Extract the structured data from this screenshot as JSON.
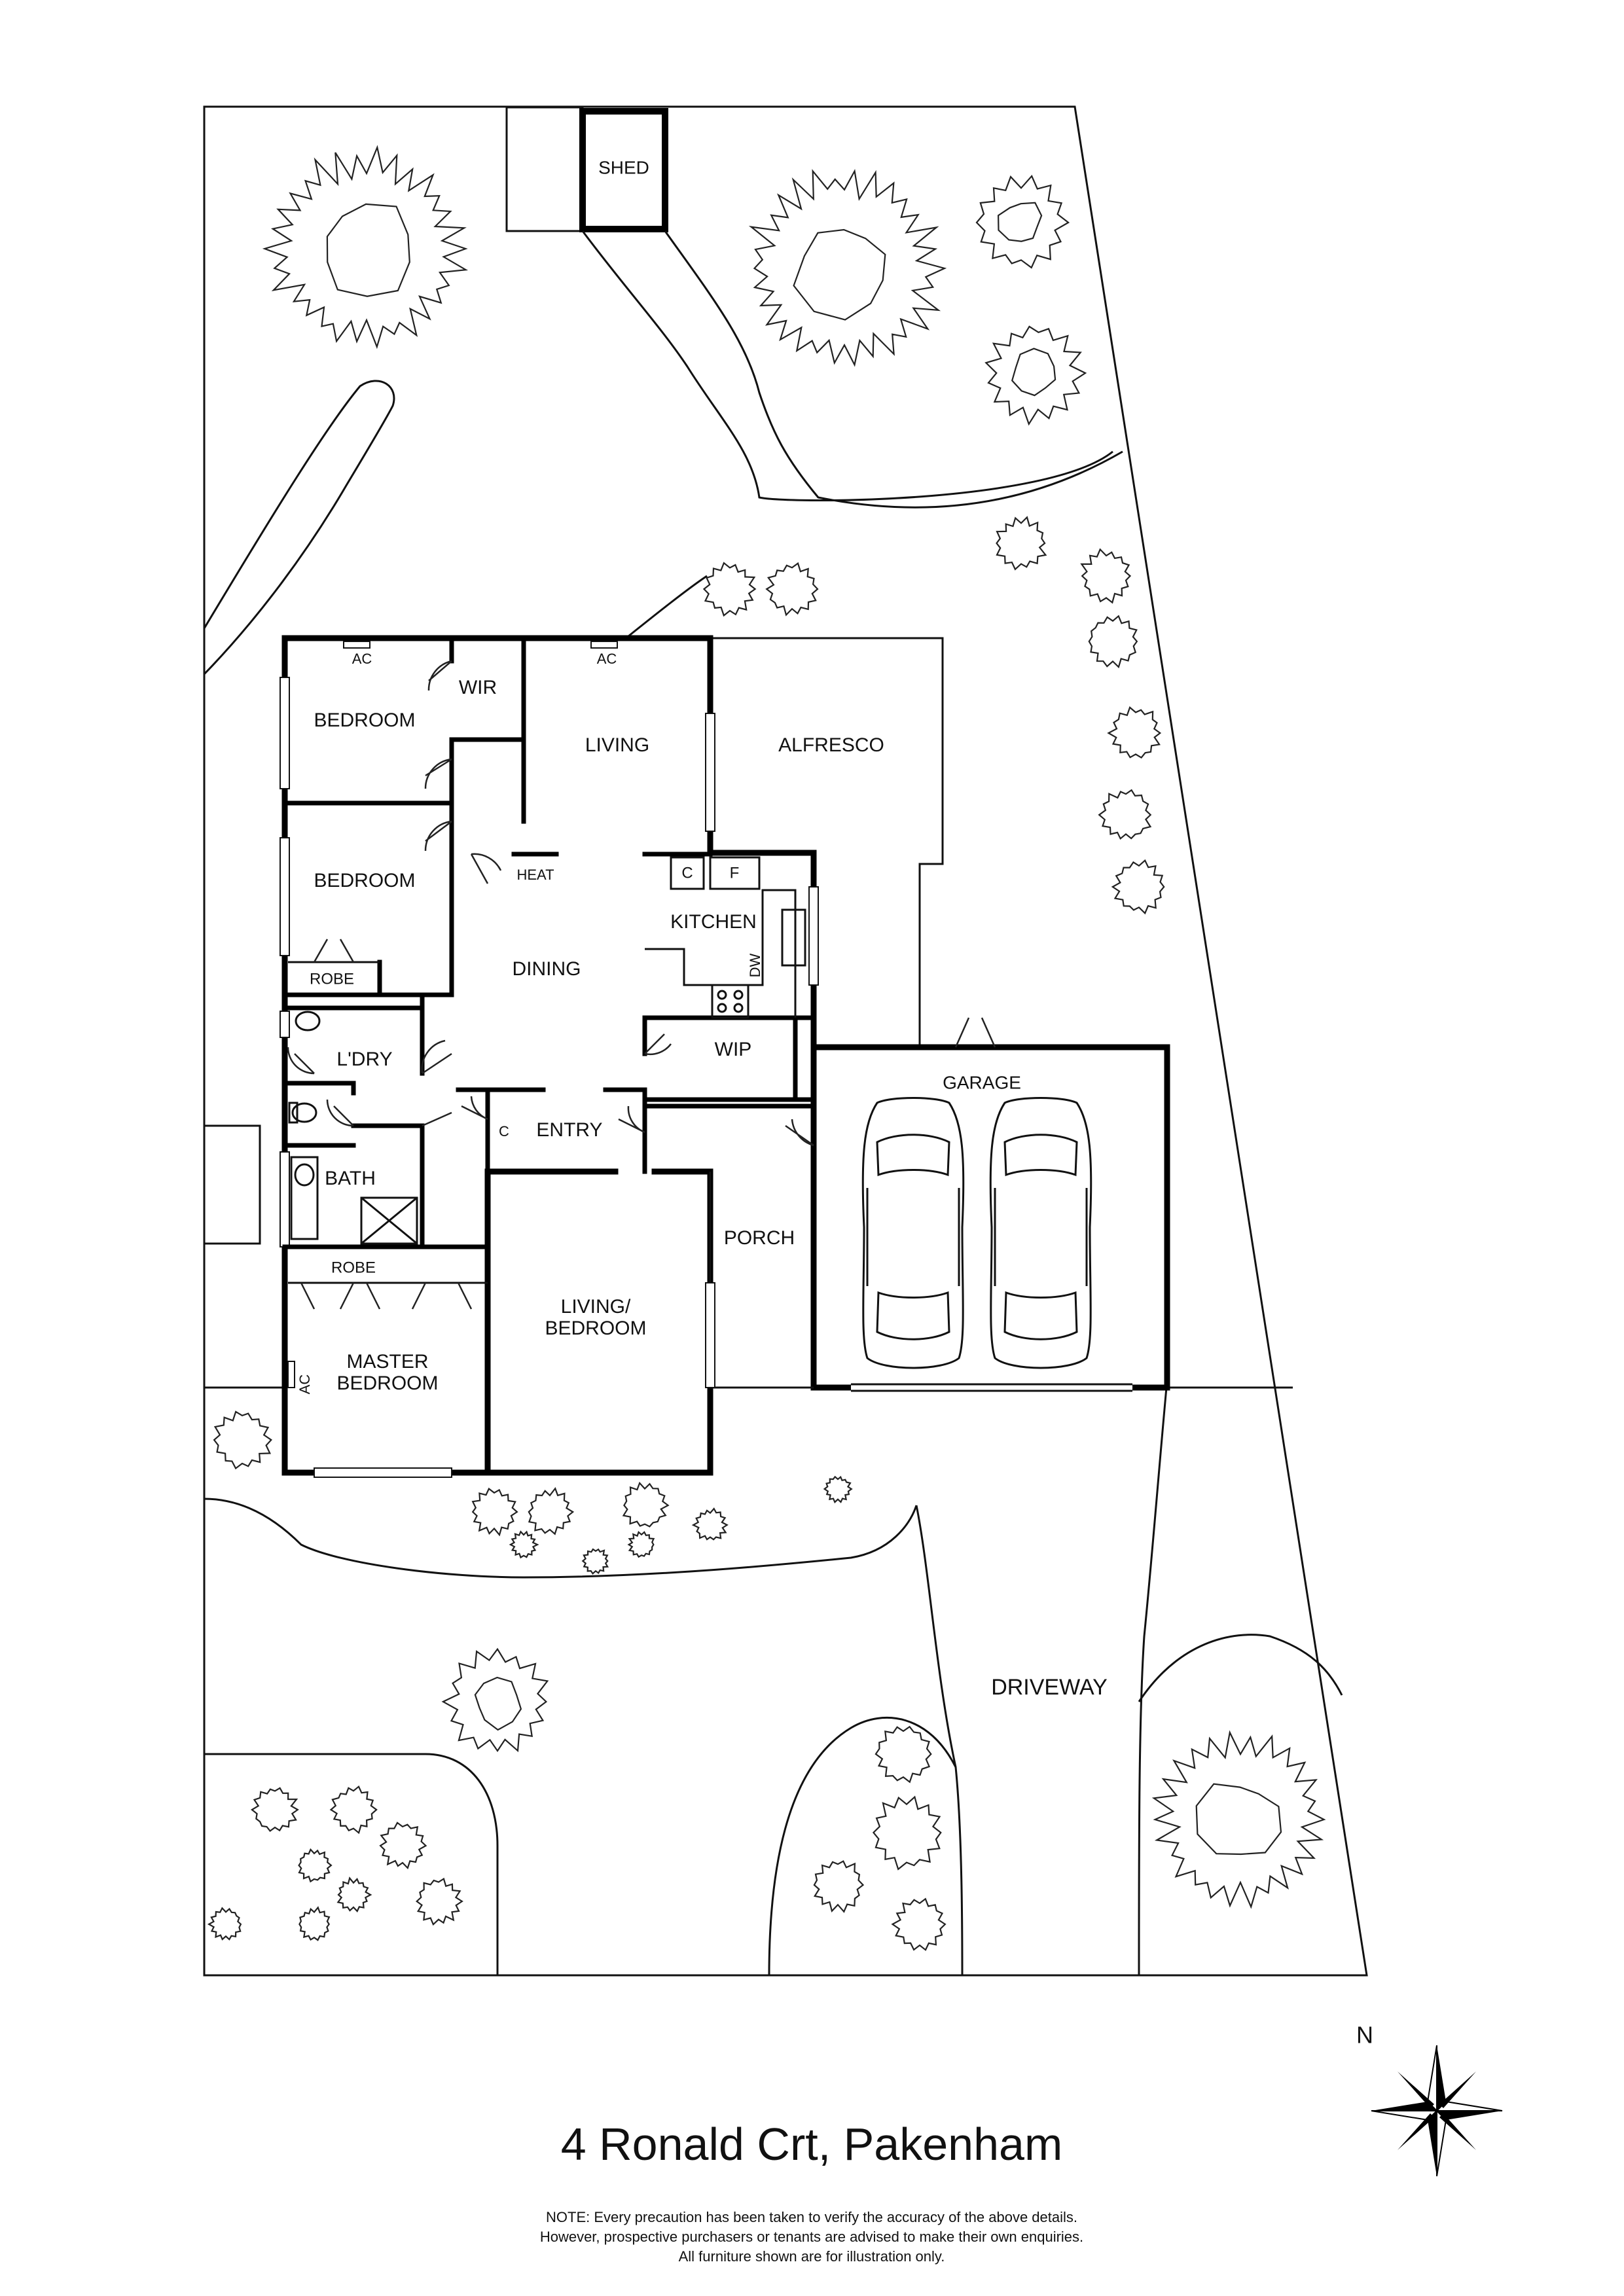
{
  "title": "4 Ronald Crt, Pakenham",
  "compass_label": "N",
  "note_lines": [
    "NOTE: Every precaution has been taken to verify the accuracy of the above details.",
    "However, prospective purchasers or tenants are advised to make their own enquiries.",
    "All furniture shown are for illustration only."
  ],
  "rooms": {
    "shed": "SHED",
    "wir": "WIR",
    "bedroom1": "BEDROOM",
    "bedroom2": "BEDROOM",
    "robe1": "ROBE",
    "living": "LIVING",
    "alfresco": "ALFRESCO",
    "heat": "HEAT",
    "dining": "DINING",
    "cupboard": "C",
    "fridge": "F",
    "kitchen": "KITCHEN",
    "dw": "DW",
    "wip": "WIP",
    "laundry": "L'DRY",
    "entry": "ENTRY",
    "c2": "C",
    "bath": "BATH",
    "garage": "GARAGE",
    "porch": "PORCH",
    "robe2": "ROBE",
    "master": [
      "MASTER",
      "BEDROOM"
    ],
    "living_bed": [
      "LIVING/",
      "BEDROOM"
    ],
    "ac1": "AC",
    "ac2": "AC",
    "ac3": "AC",
    "driveway": "DRIVEWAY"
  }
}
